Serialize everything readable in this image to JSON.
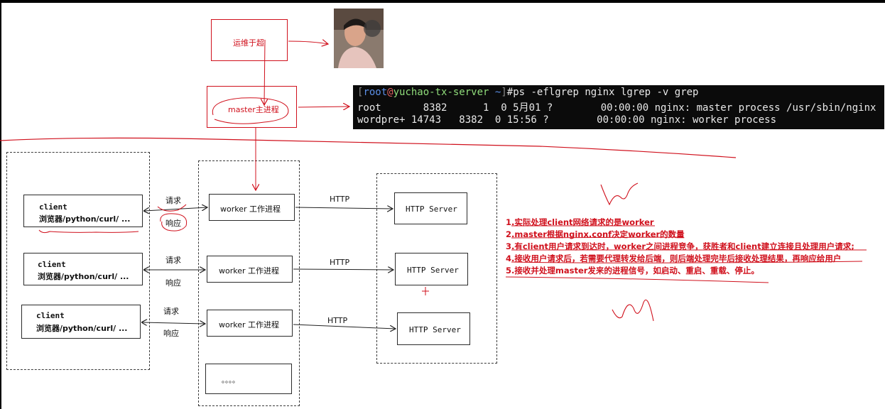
{
  "top_boxes": {
    "ops_label": "运维于超",
    "master_label": "master主进程"
  },
  "terminal": {
    "prompt_user": "root",
    "prompt_at": "@",
    "prompt_host": "yuchao-tx-server",
    "prompt_tilde": "~",
    "command": "#ps -eflgrep nginx lgrep -v grep",
    "line1": "root       8382      1  0 5月01 ?        00:00:00 nginx: master process /usr/sbin/nginx",
    "line2": "wordpre+ 14743   8382  0 15:56 ?        00:00:00 nginx: worker process"
  },
  "clients": [
    {
      "line1": "client",
      "line2": "浏览器/python/curl/ ..."
    },
    {
      "line1": "client",
      "line2": "浏览器/python/curl/ ..."
    },
    {
      "line1": "client",
      "line2": "浏览器/python/curl/ ..."
    }
  ],
  "edges": {
    "request": "请求",
    "response": "响应",
    "http": "HTTP"
  },
  "workers": [
    {
      "label": "worker 工作进程"
    },
    {
      "label": "worker 工作进程"
    },
    {
      "label": "worker 工作进程"
    },
    {
      "label": "。。。。"
    }
  ],
  "servers": [
    {
      "label": "HTTP Server"
    },
    {
      "label": "HTTP Server"
    },
    {
      "label": "HTTP Server"
    }
  ],
  "notes": [
    "1.实际处理client网络请求的是worker",
    "2.master根据nginx.conf决定worker的数量",
    "3.有client用户请求到达时，worker之间进程竞争，获胜者和client建立连接且处理用户请求;",
    "4.接收用户请求后，若需要代理转发给后端，则后端处理完毕后接收处理结果，再响应给用户",
    "5.接收并处理master发来的进程信号，如启动、重启、重载、停止。"
  ],
  "colors": {
    "annotation_red": "#d0101c",
    "terminal_bg": "#0b0b0b",
    "prompt_blue": "#5b8ee6",
    "prompt_green": "#8fdc7a",
    "prompt_red": "#e06060"
  }
}
